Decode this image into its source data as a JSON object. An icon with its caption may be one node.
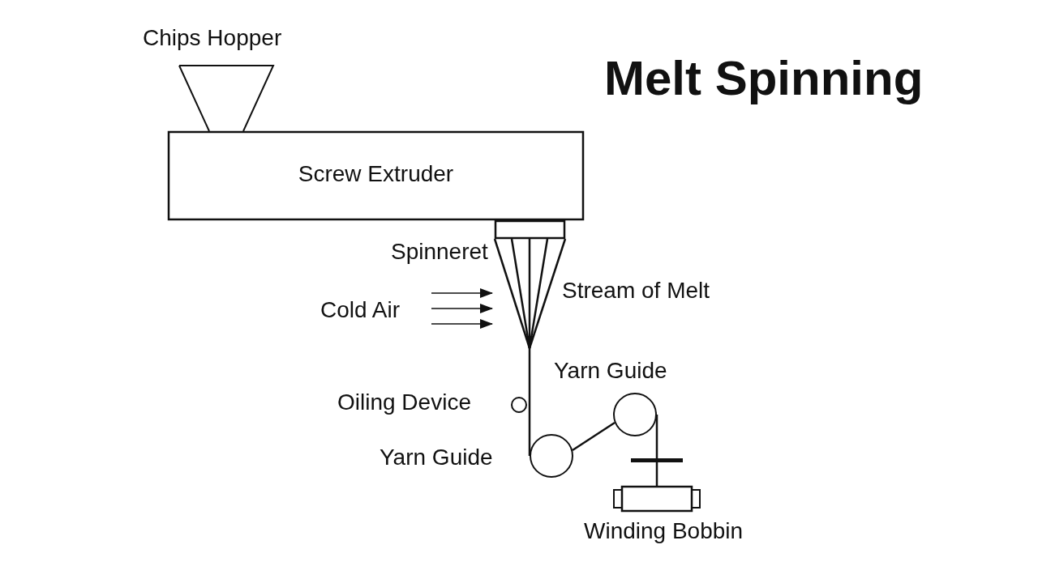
{
  "diagram": {
    "title": "Melt Spinning",
    "nodes": [
      {
        "text": [],
        "shape": "funnel",
        "beside": [
          "Chips Hopper"
        ]
      },
      {
        "text": [
          "Screw Extruder"
        ]
      },
      {
        "text": [],
        "shape": "box",
        "beside": [
          "Spinneret"
        ]
      },
      {
        "text": [],
        "shape": "cone",
        "beside": [
          "Stream of Melt"
        ]
      },
      {
        "text": [],
        "shape": "circle",
        "beside": [
          "Oiling Device"
        ]
      },
      {
        "text": [],
        "shape": "circle",
        "beside": [
          "Yarn Guide"
        ]
      },
      {
        "text": [],
        "shape": "circle",
        "beside": [
          "Yarn Guide"
        ]
      },
      {
        "text": [],
        "shape": "bobbin",
        "beside": [
          "Winding Bobbin"
        ]
      }
    ],
    "edges": [
      {
        "from": 3,
        "to": 5,
        "arrow": "none"
      },
      {
        "from": 5,
        "to": 6,
        "arrow": "none"
      },
      {
        "from": 6,
        "to": 7,
        "arrow": "none"
      }
    ],
    "labels": [
      "Cold Air"
    ]
  }
}
